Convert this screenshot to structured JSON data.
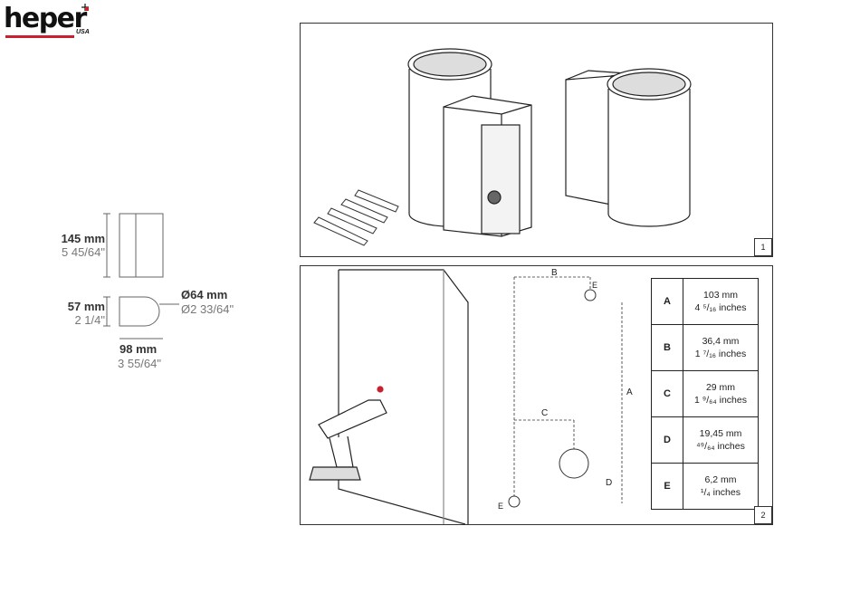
{
  "brand": {
    "name": "heper",
    "sub": "USA",
    "accent": "#c8202e"
  },
  "dimensions": {
    "height": {
      "metric": "145 mm",
      "imperial": "5 45/64\""
    },
    "depth": {
      "metric": "57 mm",
      "imperial": "2 1/4\""
    },
    "diameter": {
      "metric": "Ø64 mm",
      "imperial": "Ø2 33/64\""
    },
    "width": {
      "metric": "98 mm",
      "imperial": "3 55/64\""
    }
  },
  "figures": [
    {
      "number": "1"
    },
    {
      "number": "2"
    }
  ],
  "drill_labels": [
    "A",
    "B",
    "C",
    "D",
    "E",
    "E"
  ],
  "spec_table": [
    {
      "key": "A",
      "metric": "103 mm",
      "imperial": "4 ⁵/₁₆ inches"
    },
    {
      "key": "B",
      "metric": "36,4 mm",
      "imperial": "1 ⁷/₁₆ inches"
    },
    {
      "key": "C",
      "metric": "29 mm",
      "imperial": "1 ⁹/₆₄ inches"
    },
    {
      "key": "D",
      "metric": "19,45 mm",
      "imperial": "⁴⁹/₆₄ inches"
    },
    {
      "key": "E",
      "metric": "6,2 mm",
      "imperial": "¹/₄ inches"
    }
  ]
}
